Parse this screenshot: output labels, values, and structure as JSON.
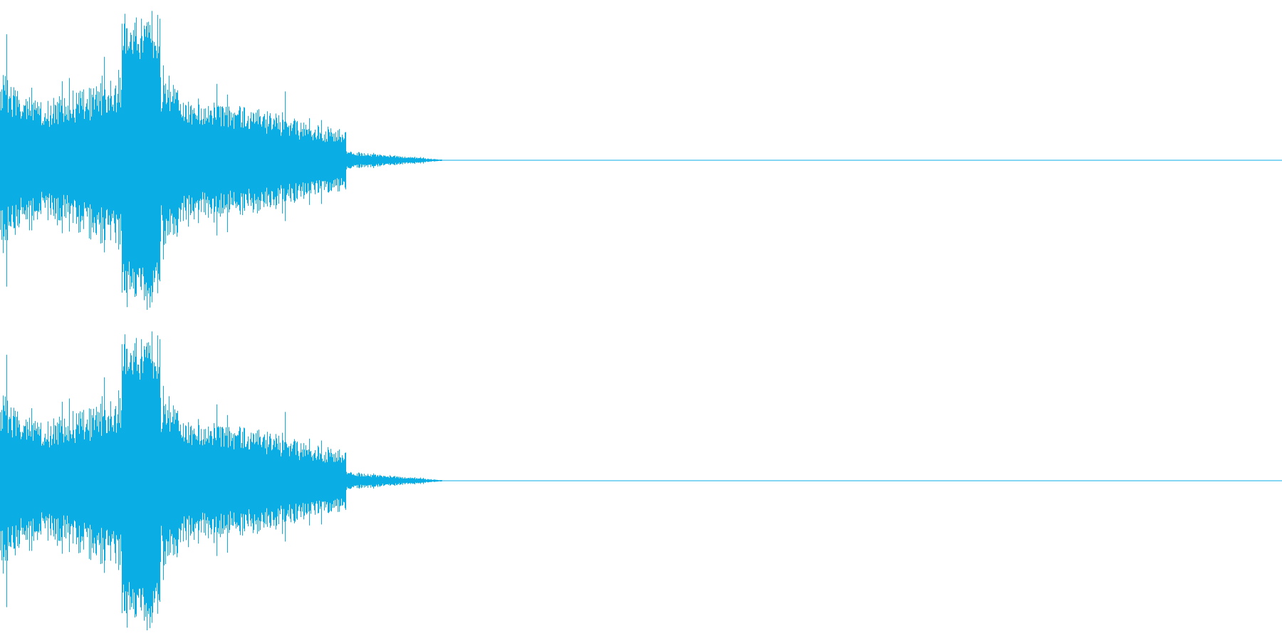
{
  "waveform": {
    "channels": [
      "left",
      "right"
    ],
    "wave_color": "#0aaee5",
    "background_color": "#ffffff",
    "peak_amplitude": 1.0,
    "attack_peak_amplitude": 0.68,
    "transient_peak_amplitude": 1.0,
    "sustain_amplitude": 0.3,
    "decay_end_fraction": 0.27,
    "tail_end_fraction": 0.35
  }
}
